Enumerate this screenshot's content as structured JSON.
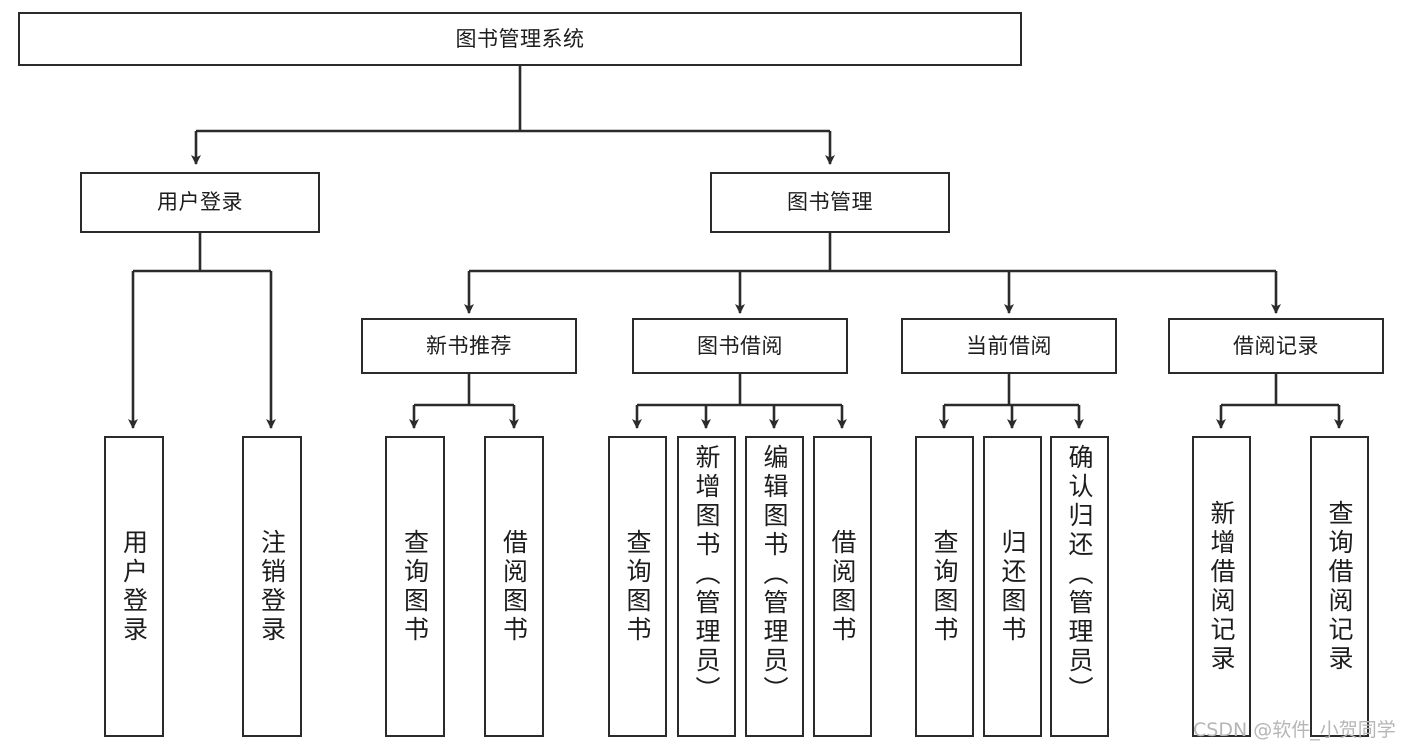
{
  "diagram": {
    "type": "tree-hierarchy",
    "title": "图书管理系统",
    "orientation": "top-down",
    "colors": {
      "box_border": "#2b2b2b",
      "box_fill": "#ffffff",
      "edge": "#2b2b2b",
      "text": "#1d1d1d",
      "watermark": "#b6b6b6",
      "background": "#ffffff"
    },
    "nodes": {
      "root": {
        "label": "图书管理系统"
      },
      "level2": [
        {
          "id": "user-login",
          "label": "用户登录"
        },
        {
          "id": "book-manage",
          "label": "图书管理"
        }
      ],
      "level3": [
        {
          "id": "new-book-recommend",
          "label": "新书推荐"
        },
        {
          "id": "book-borrow",
          "label": "图书借阅"
        },
        {
          "id": "current-borrow",
          "label": "当前借阅"
        },
        {
          "id": "borrow-record",
          "label": "借阅记录"
        }
      ],
      "leaves": {
        "user_login": [
          {
            "id": "leaf-user-login",
            "label": "用户登录"
          },
          {
            "id": "leaf-logout",
            "label": "注销登录"
          }
        ],
        "new_book_recommend": [
          {
            "id": "leaf-query-book-1",
            "label": "查询图书"
          },
          {
            "id": "leaf-borrow-book-1",
            "label": "借阅图书"
          }
        ],
        "book_borrow": [
          {
            "id": "leaf-query-book-2",
            "label": "查询图书"
          },
          {
            "id": "leaf-add-book",
            "label": "新增图书（管理员）"
          },
          {
            "id": "leaf-edit-book",
            "label": "编辑图书（管理员）"
          },
          {
            "id": "leaf-borrow-book-2",
            "label": "借阅图书"
          }
        ],
        "current_borrow": [
          {
            "id": "leaf-query-book-3",
            "label": "查询图书"
          },
          {
            "id": "leaf-return-book",
            "label": "归还图书"
          },
          {
            "id": "leaf-confirm-return",
            "label": "确认归还（管理员）"
          }
        ],
        "borrow_record": [
          {
            "id": "leaf-add-record",
            "label": "新增借阅记录"
          },
          {
            "id": "leaf-query-record",
            "label": "查询借阅记录"
          }
        ]
      }
    },
    "watermark": "CSDN @软件_小贺同学"
  }
}
